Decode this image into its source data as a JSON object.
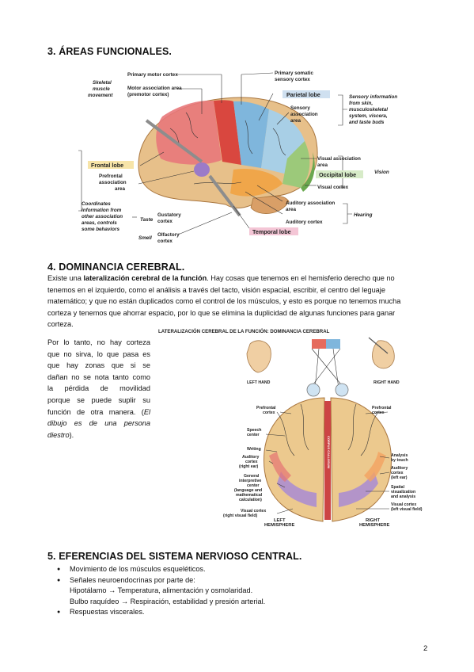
{
  "section3": {
    "heading": "3. ÁREAS FUNCIONALES.",
    "figure": {
      "labels": {
        "primary_motor": "Primary motor cortex",
        "motor_assoc_1": "Motor association area",
        "motor_assoc_2": "(premotor cortex)",
        "skeletal_1": "Skeletal",
        "skeletal_2": "muscle",
        "skeletal_3": "movement",
        "primary_somatic_1": "Primary somatic",
        "primary_somatic_2": "sensory cortex",
        "parietal": "Parietal lobe",
        "sensory_assoc_1": "Sensory",
        "sensory_assoc_2": "association",
        "sensory_assoc_3": "area",
        "sensory_info_1": "Sensory information",
        "sensory_info_2": "from skin,",
        "sensory_info_3": "musculoskeletal",
        "sensory_info_4": "system, viscera,",
        "sensory_info_5": "and taste buds",
        "visual_assoc_1": "Visual association",
        "visual_assoc_2": "area",
        "occipital": "Occipital lobe",
        "visual_cortex": "Visual cortex",
        "vision": "Vision",
        "frontal": "Frontal lobe",
        "prefrontal_1": "Prefrontal",
        "prefrontal_2": "association",
        "prefrontal_3": "area",
        "coordinates_1": "Coordinates",
        "coordinates_2": "information from",
        "coordinates_3": "other association",
        "coordinates_4": "areas, controls",
        "coordinates_5": "some behaviors",
        "taste": "Taste",
        "gustatory_1": "Gustatory",
        "gustatory_2": "cortex",
        "smell": "Smell",
        "olfactory_1": "Olfactory",
        "olfactory_2": "cortex",
        "auditory_assoc_1": "Auditory association",
        "auditory_assoc_2": "area",
        "auditory_cortex": "Auditory cortex",
        "hearing": "Hearing",
        "temporal": "Temporal lobe"
      }
    }
  },
  "section4": {
    "heading": "4. DOMINANCIA CEREBRAL.",
    "para_line1_a": "Existe una ",
    "para_line1_bold": "lateralización cerebral de la función",
    "para_line1_b": ". Hay cosas que tenemos en el hemisferio derecho que no",
    "para_line2": "tenemos en el izquierdo, como el análisis a través del tacto, visión espacial, escribir, el centro del leguaje",
    "para_line3": "matemático; y que no están duplicados como el control de los músculos, y esto es porque no tenemos mucha",
    "para_line4": "corteza y tenemos que ahorrar espacio, por lo que se elimina la duplicidad de algunas funciones para ganar",
    "para_line5": "corteza.",
    "side_lines": [
      "Por lo tanto, no hay corteza",
      "que no sirva, lo que pasa es",
      "que hay zonas que si se",
      "dañan no se nota tanto como",
      "la pérdida de movilidad",
      "porque se puede suplir su",
      "función de otra manera. ("
    ],
    "side_italic_1": "El",
    "side_italic_2": "dibujo es de una persona",
    "side_italic_3": "diestro",
    "side_tail": ").",
    "figure": {
      "title": "LATERALIZACIÓN CEREBRAL DE LA FUNCIÓN: DOMINANCIA CEREBRAL",
      "labels": {
        "left_hand": "LEFT HAND",
        "right_hand": "RIGHT HAND",
        "prefrontal_l_1": "Prefrontal",
        "prefrontal_l_2": "cortex",
        "prefrontal_r_1": "Prefrontal",
        "prefrontal_r_2": "cortex",
        "speech_1": "Speech",
        "speech_2": "center",
        "writing": "Writing",
        "aud_r_1": "Auditory",
        "aud_r_2": "cortex",
        "aud_r_3": "(right ear)",
        "gen_1": "General",
        "gen_2": "interpretive",
        "gen_3": "center",
        "gen_4": "(language and",
        "gen_5": "mathematical",
        "gen_6": "calculation)",
        "vis_r_1": "Visual cortex",
        "vis_r_2": "(right visual field)",
        "analysis_1": "Analysis",
        "analysis_2": "by touch",
        "aud_l_1": "Auditory",
        "aud_l_2": "cortex",
        "aud_l_3": "(left ear)",
        "spatial_1": "Spatial",
        "spatial_2": "visualization",
        "spatial_3": "and analysis",
        "vis_l_1": "Visual cortex",
        "vis_l_2": "(left visual field)",
        "left_hem_1": "LEFT",
        "left_hem_2": "HEMISPHERE",
        "right_hem_1": "RIGHT",
        "right_hem_2": "HEMISPHERE",
        "corpus": "CORPUS CALLOSUM"
      }
    }
  },
  "section5": {
    "heading": "5. EFERENCIAS DEL SISTEMA NERVIOSO CENTRAL.",
    "bullet1": "Movimiento de los músculos esqueléticos.",
    "bullet2": "Señales neuroendocrinas por parte de:",
    "sub1": "Hipotálamo → Temperatura, alimentación y osmolaridad.",
    "sub2": "Bulbo raquídeo → Respiración, estabilidad y presión arterial.",
    "bullet3": "Respuestas viscerales."
  },
  "page_number": "2"
}
